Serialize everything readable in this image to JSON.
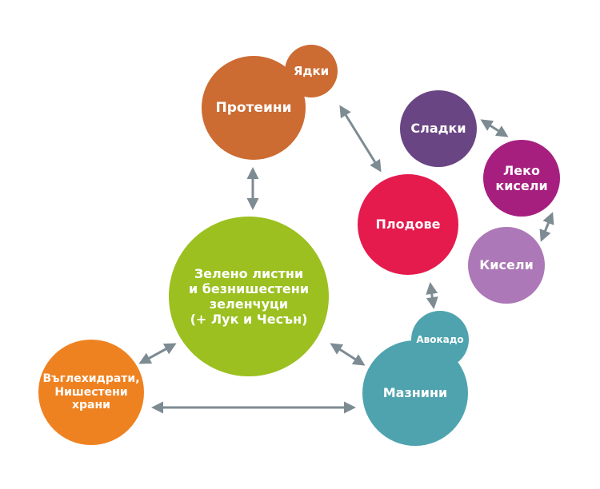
{
  "colors": {
    "arrow": "#7d8b93",
    "proteins": "#cc6b32",
    "nuts": "#cc6b32",
    "greens": "#9bc020",
    "carbs": "#ef8220",
    "fats": "#4fa3ae",
    "avocado": "#4fa3ae",
    "fruits": "#e51a4d",
    "sweet": "#6a4583",
    "semisour": "#a61f7f",
    "sour": "#ac78b7"
  },
  "nodes": {
    "proteins": "Протеини",
    "nuts": "Ядки",
    "greens": [
      "Зелено листни",
      "и безнишестени",
      "зеленчуци",
      "(+ Лук и Чесън)"
    ],
    "carbs": [
      "Въглехидрати,",
      "Нишестени",
      "храни"
    ],
    "fats": "Мазнини",
    "avocado": "Авокадо",
    "fruits": "Плодове",
    "sweet": "Сладки",
    "semisour": [
      "Леко",
      "кисели"
    ],
    "sour": "Кисели"
  },
  "connections": [
    [
      "proteins",
      "greens"
    ],
    [
      "proteins",
      "fruits"
    ],
    [
      "greens",
      "carbs"
    ],
    [
      "greens",
      "fats"
    ],
    [
      "carbs",
      "fats"
    ],
    [
      "fruits",
      "fats"
    ],
    [
      "sweet",
      "semisour"
    ],
    [
      "semisour",
      "sour"
    ]
  ]
}
